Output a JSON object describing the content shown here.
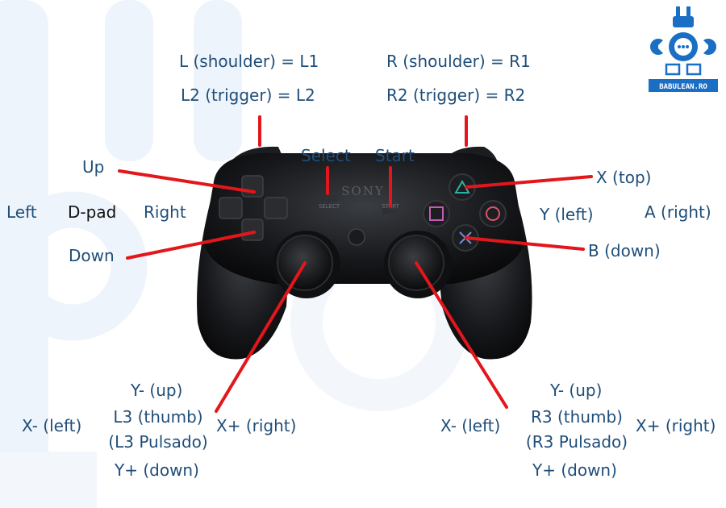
{
  "labels": {
    "l1": "L (shoulder) = L1",
    "l2": "L2 (trigger) = L2",
    "r1": "R (shoulder) = R1",
    "r2": "R2 (trigger) = R2",
    "select": "Select",
    "start": "Start",
    "up": "Up",
    "left": "Left",
    "dpad": "D-pad",
    "right": "Right",
    "down": "Down",
    "x_top": "X (top)",
    "y_left": "Y (left)",
    "a_right": "A (right)",
    "b_down": "B (down)",
    "l_y_up": "Y- (up)",
    "l_x_left": "X- (left)",
    "l3_line1": "L3 (thumb)",
    "l3_line2": "(L3 Pulsado)",
    "l_x_right": "X+ (right)",
    "l_y_down": "Y+ (down)",
    "r_y_up": "Y- (up)",
    "r_x_left": "X- (left)",
    "r3_line1": "R3 (thumb)",
    "r3_line2": "(R3 Pulsado)",
    "r_x_right": "X+ (right)",
    "r_y_down": "Y+ (down)"
  },
  "controller": {
    "brand": "SONY",
    "select_text": "SELECT",
    "start_text": "START"
  },
  "logo": {
    "text": "BABULEAN.RO"
  },
  "colors": {
    "label_text": "#1f4e79",
    "pointer_line": "#e3161b",
    "controller_body": "#111111",
    "logo_blue": "#1a6fc4",
    "background_watermark": "#eef4fb"
  }
}
